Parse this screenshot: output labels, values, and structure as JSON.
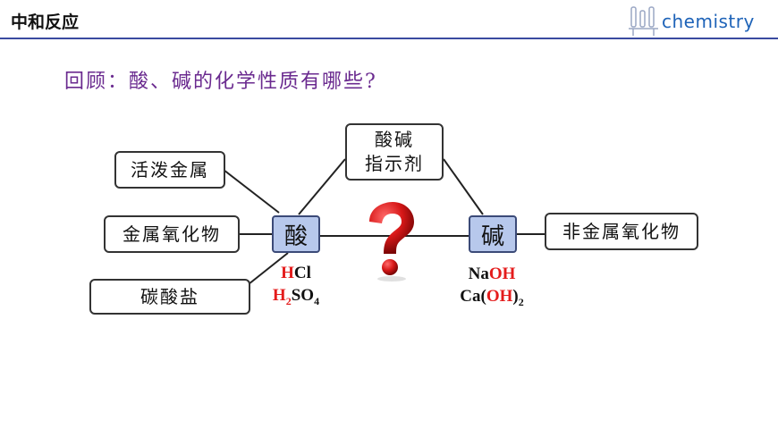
{
  "header": {
    "title": "中和反应",
    "logo_text": "chemistry"
  },
  "question": "回顾：酸、碱的化学性质有哪些?",
  "nodes": {
    "acid": "酸",
    "base": "碱"
  },
  "boxes": {
    "active_metal": "活泼金属",
    "metal_oxide": "金属氧化物",
    "carbonate": "碳酸盐",
    "indicator_line1": "酸碱",
    "indicator_line2": "指示剂",
    "nonmetal_oxide": "非金属氧化物"
  },
  "acid_formulas": {
    "hcl": {
      "h": "H",
      "rest": "Cl"
    },
    "h2so4": {
      "h": "H",
      "h_sub": "2",
      "so": "SO",
      "so_sub": "4"
    }
  },
  "base_formulas": {
    "naoh": {
      "na": "Na",
      "oh": "OH"
    },
    "caoh2": {
      "ca": "Ca(",
      "oh": "OH",
      "close": ")",
      "sub": "2"
    }
  },
  "colors": {
    "accent_red": "#e41c1c",
    "node_fill": "#b7c8ec",
    "question_color": "#6a2a8f",
    "logo_blue": "#1e63b8"
  },
  "icons": {
    "question_mark": "red-3d-question-mark-icon",
    "logo": "lab-flask-logo-icon"
  }
}
